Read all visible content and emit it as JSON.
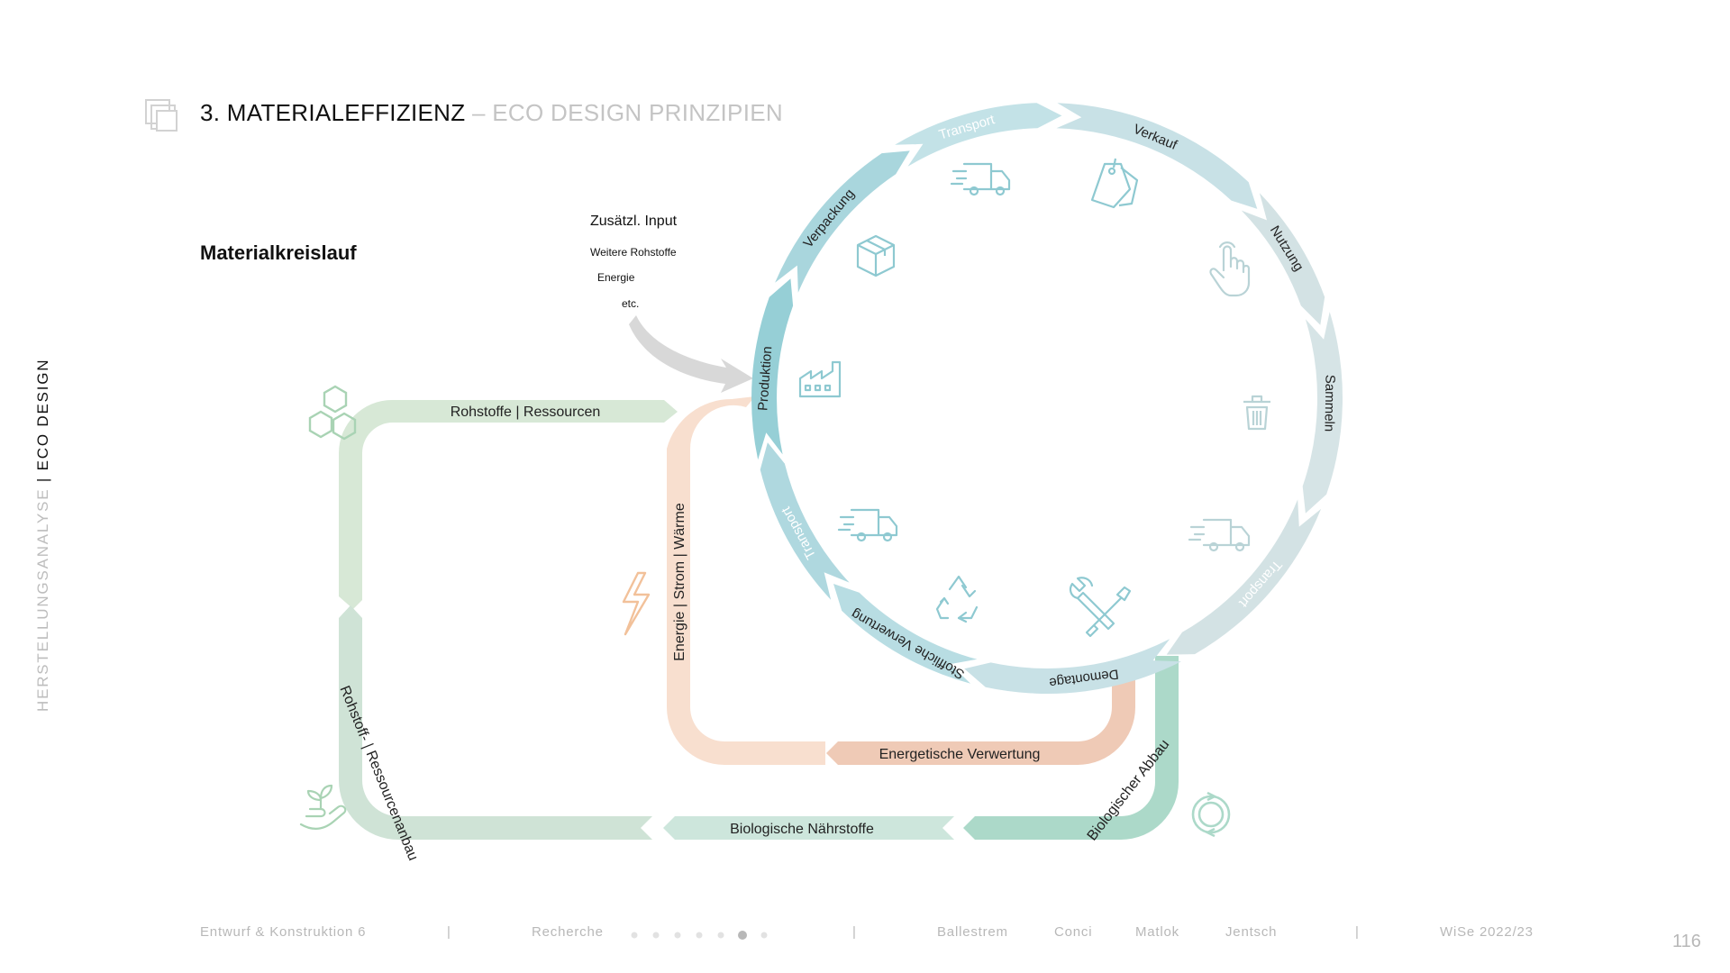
{
  "header": {
    "title_main": "3. MATERIALEFFIZIENZ",
    "title_sep": " – ",
    "title_sub": "ECO DESIGN  PRINZIPIEN"
  },
  "section_label": "Materialkreislauf",
  "sidebar": {
    "light": "HERSTELLUNGSANALYSE",
    "dark": "  |  ECO DESIGN"
  },
  "additional_input": {
    "heading": "Zusätzl. Input",
    "items": [
      "Weitere Rohstoffe",
      "Energie",
      "etc."
    ]
  },
  "cycle_stages": [
    "Produktion",
    "Verpackung",
    "Transport",
    "Verkauf",
    "Nutzung",
    "Sammeln",
    "Transport",
    "Demontage",
    "Stoffliche Verwertung",
    "Transport"
  ],
  "flows": {
    "raw_materials": "Rohstoffe | Ressourcen",
    "energy": "Energie | Strom | Wärme",
    "energy_recovery": "Energetische Verwertung",
    "bio_degradation": "Biologischer Abbau",
    "bio_nutrients": "Biologische Nährstoffe",
    "cultivation": "Rohstoff- | Ressourcenanbau"
  },
  "colors": {
    "blue_dark": "#96cfd6",
    "blue_light": "#c8e1e6",
    "grey_blue": "#d3e2e4",
    "green_light": "#d7e8d6",
    "green_mint": "#acd9c9",
    "peach": "#f8dfcf",
    "peach_dark": "#efcab6",
    "input_grey": "#d8d8d8",
    "icon_blue": "#8ec9d1",
    "icon_green": "#a9d3b4",
    "icon_orange": "#f2c19a"
  },
  "icons": [
    "cells-icon",
    "bolt-icon",
    "plant-hand-icon",
    "cycle-arrows-icon",
    "factory-icon",
    "box-icon",
    "delivery-truck-icon",
    "price-tag-icon",
    "hand-pointer-icon",
    "trash-icon",
    "recycle-icon",
    "tools-icon",
    "layers-icon"
  ],
  "footer": {
    "course": "Entwurf & Konstruktion 6",
    "sep": "|",
    "section": "Recherche",
    "page_dots_total": 7,
    "page_dots_active": 6,
    "authors": [
      "Ballestrem",
      "Conci",
      "Matlok",
      "Jentsch"
    ],
    "semester": "WiSe 2022/23",
    "page": "116"
  }
}
